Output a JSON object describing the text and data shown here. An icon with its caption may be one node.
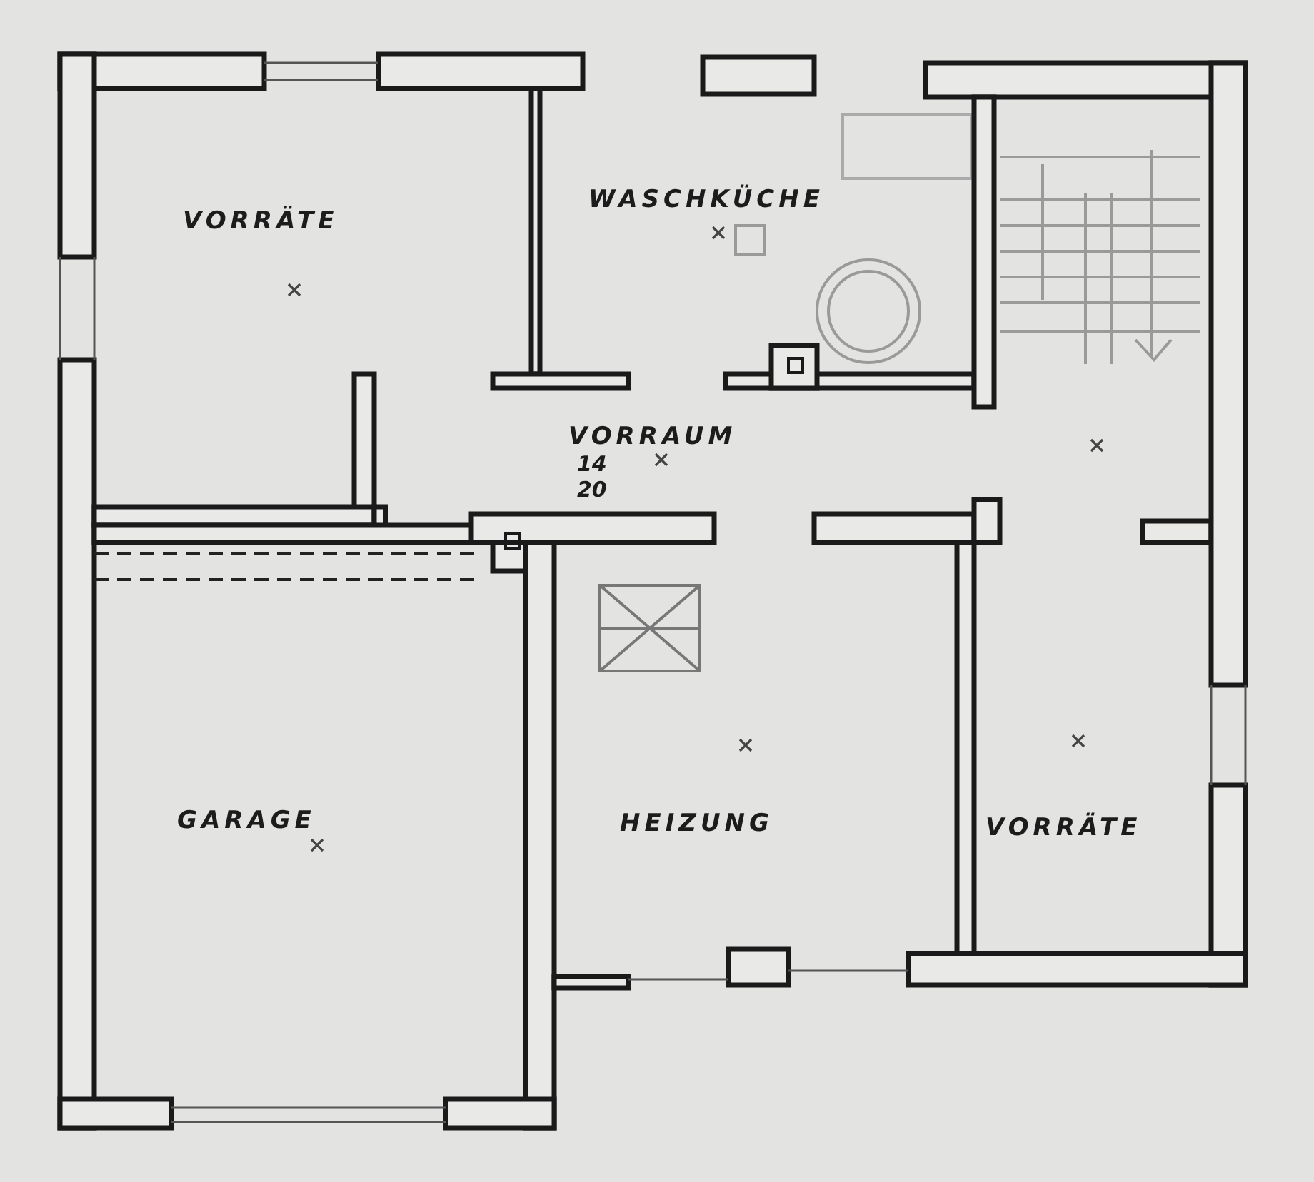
{
  "diagram": {
    "nodes": [
      {
        "text": [
          "VORRÄTE"
        ]
      },
      {
        "text": [
          "WASCHKÜCHE"
        ]
      },
      {
        "text": [
          "VORRAUM",
          "14",
          "20"
        ]
      },
      {
        "text": [
          "GARAGE"
        ]
      },
      {
        "text": [
          "HEIZUNG"
        ]
      },
      {
        "text": [
          "VORRÄTE"
        ]
      }
    ]
  }
}
